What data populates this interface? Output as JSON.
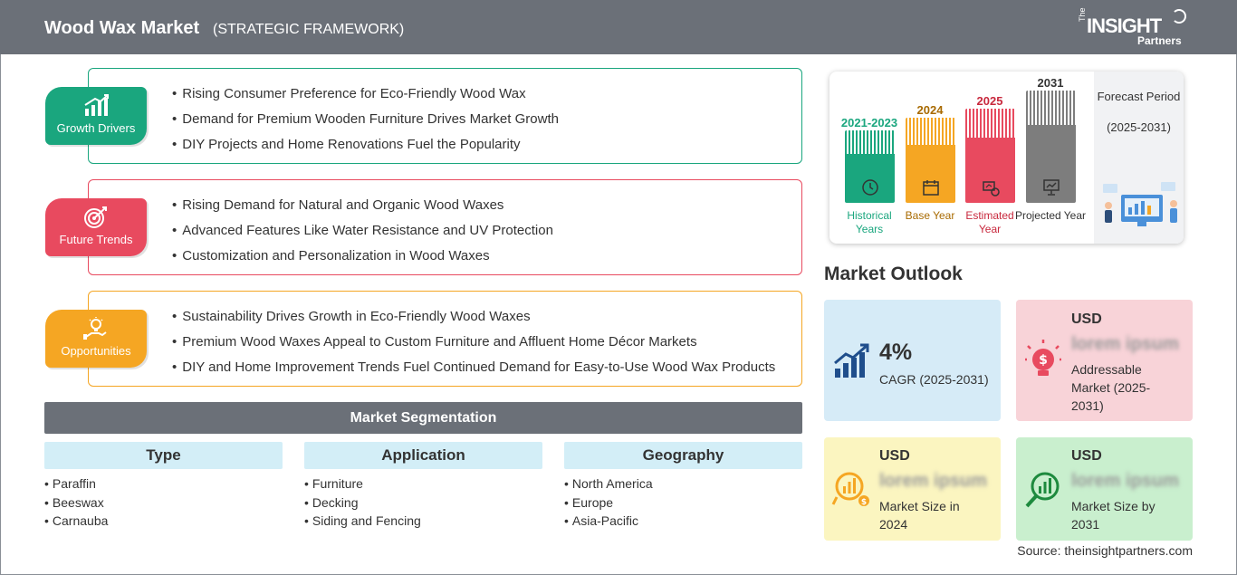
{
  "header": {
    "title": "Wood Wax Market",
    "subtitle": "(STRATEGIC FRAMEWORK)",
    "logo": {
      "the": "The",
      "insight": "INSIGHT",
      "partners": "Partners"
    }
  },
  "framework": [
    {
      "label": "Growth Drivers",
      "color": "#1aa67e",
      "icon": "growth-chart-icon",
      "items": [
        "Rising Consumer Preference for Eco-Friendly Wood Wax",
        "Demand for Premium Wooden Furniture Drives Market Growth",
        "DIY Projects and Home Renovations Fuel the Popularity"
      ]
    },
    {
      "label": "Future Trends",
      "color": "#e84a5f",
      "icon": "target-icon",
      "items": [
        "Rising Demand for Natural and Organic Wood Waxes",
        "Advanced Features Like Water Resistance and UV Protection",
        "Customization and Personalization in Wood Waxes"
      ]
    },
    {
      "label": "Opportunities",
      "color": "#f5a623",
      "icon": "lightbulb-hand-icon",
      "items": [
        "Sustainability Drives Growth in Eco-Friendly Wood Waxes",
        "Premium Wood Waxes Appeal to Custom Furniture and Affluent Home Décor Markets",
        "DIY and Home Improvement Trends Fuel Continued Demand for Easy-to-Use Wood Wax Products"
      ]
    }
  ],
  "segmentation": {
    "title": "Market Segmentation",
    "columns": [
      {
        "header": "Type",
        "items": [
          "Paraffin",
          "Beeswax",
          "Carnauba"
        ]
      },
      {
        "header": "Application",
        "items": [
          "Furniture",
          "Decking",
          "Siding and Fencing"
        ]
      },
      {
        "header": "Geography",
        "items": [
          "North America",
          "Europe",
          "Asia-Pacific"
        ]
      }
    ]
  },
  "timeline": {
    "forecast_title": "Forecast Period",
    "forecast_range": "(2025-2031)",
    "stages": [
      {
        "year": "2021-2023",
        "label": "Historical Years",
        "color": "#1aa67e",
        "icon": "history-icon"
      },
      {
        "year": "2024",
        "label": "Base Year",
        "color": "#f5a623",
        "icon": "calendar-icon"
      },
      {
        "year": "2025",
        "label": "Estimated Year",
        "color": "#e84a5f",
        "icon": "estimate-icon"
      },
      {
        "year": "2031",
        "label": "Projected Year",
        "color": "#7d7d7d",
        "icon": "presentation-icon"
      }
    ]
  },
  "outlook": {
    "title": "Market Outlook",
    "cagr": {
      "value": "4%",
      "label": "CAGR (2025-2031)",
      "bg": "#d6ebf7",
      "icon": "bar-growth-icon"
    },
    "addressable": {
      "currency": "USD",
      "value": "lorem ipsum",
      "label": "Addressable Market (2025-2031)",
      "bg": "#f8d3d8",
      "icon": "dollar-bulb-icon"
    },
    "size_2024": {
      "currency": "USD",
      "value": "lorem ipsum",
      "label": "Market Size in 2024",
      "bg": "#fbf5c0",
      "icon": "coin-chart-icon"
    },
    "size_2031": {
      "currency": "USD",
      "value": "lorem ipsum",
      "label": "Market Size by 2031",
      "bg": "#c9efce",
      "icon": "growth-search-icon"
    }
  },
  "source": "Source: theinsightpartners.com"
}
